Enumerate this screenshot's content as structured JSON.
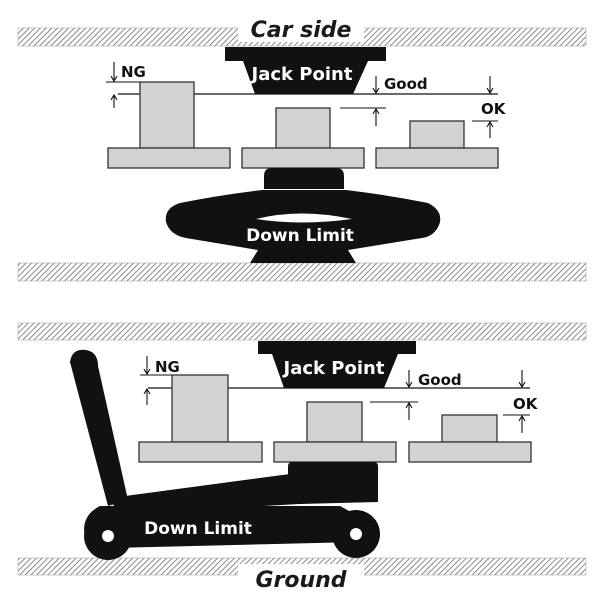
{
  "labels": {
    "car_side": "Car side",
    "ground": "Ground",
    "jack_point": "Jack Point",
    "down_limit": "Down Limit",
    "ng": "NG",
    "good": "Good",
    "ok": "OK"
  },
  "colors": {
    "hatch": "#7a7a7a",
    "black": "#111111",
    "block_fill": "#d2d2d2",
    "block_stroke": "#333333"
  }
}
